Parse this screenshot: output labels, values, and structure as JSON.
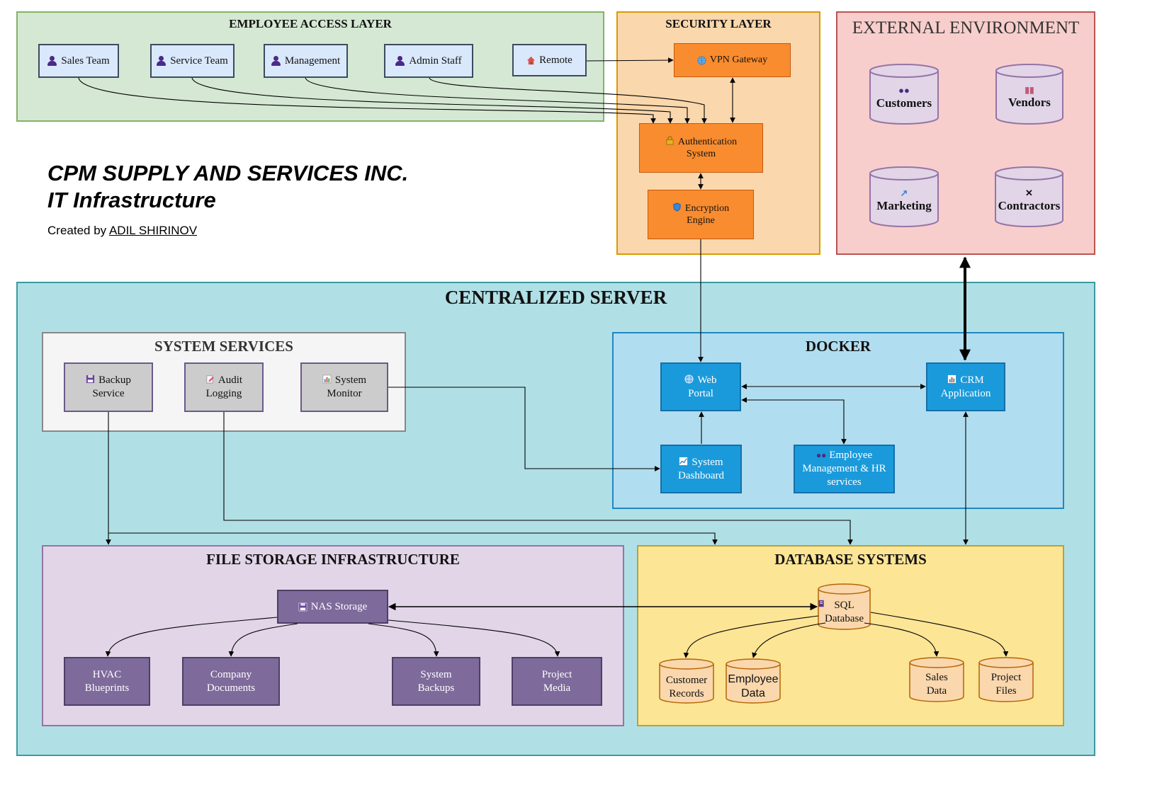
{
  "title": {
    "line1": "CPM SUPPLY AND SERVICES INC.",
    "line2": "IT Infrastructure",
    "created_by": "Created by",
    "author": "ADIL SHIRINOV"
  },
  "employee_layer": {
    "title": "EMPLOYEE ACCESS LAYER",
    "items": [
      "Sales Team",
      "Service Team",
      "Management",
      "Admin Staff",
      "Remote"
    ]
  },
  "security_layer": {
    "title": "SECURITY LAYER",
    "vpn": "VPN Gateway",
    "auth_line1": "Authentication",
    "auth_line2": "System",
    "enc_line1": "Encryption",
    "enc_line2": "Engine"
  },
  "external": {
    "title": "EXTERNAL ENVIRONMENT",
    "items": [
      "Customers",
      "Vendors",
      "Marketing",
      "Contractors"
    ]
  },
  "centralized": {
    "title": "CENTRALIZED SERVER",
    "system_services": {
      "title": "SYSTEM SERVICES",
      "backup_line1": "Backup",
      "backup_line2": "Service",
      "audit_line1": "Audit",
      "audit_line2": "Logging",
      "monitor_line1": "System",
      "monitor_line2": "Monitor"
    },
    "docker": {
      "title": "DOCKER",
      "web_line1": "Web",
      "web_line2": "Portal",
      "crm_line1": "CRM",
      "crm_line2": "Application",
      "dash_line1": "System",
      "dash_line2": "Dashboard",
      "emp_line1": "Employee",
      "emp_line2": "Management & HR",
      "emp_line3": "services"
    },
    "file_storage": {
      "title": "FILE STORAGE INFRASTRUCTURE",
      "nas": "NAS Storage",
      "items": [
        [
          "HVAC",
          "Blueprints"
        ],
        [
          "Company",
          "Documents"
        ],
        [
          "System",
          "Backups"
        ],
        [
          "Project",
          "Media"
        ]
      ]
    },
    "database": {
      "title": "DATABASE SYSTEMS",
      "sql_line1": "SQL",
      "sql_line2": "Database",
      "items": [
        [
          "Customer",
          "Records"
        ],
        [
          "Employee",
          "Data"
        ],
        [
          "Sales",
          "Data"
        ],
        [
          "Project",
          "Files"
        ]
      ]
    }
  },
  "colors": {
    "employee_bg": "#d5e8d4",
    "security_bg": "#fad7ac",
    "external_bg": "#f8cecc",
    "centralized_bg": "#b0e0e6",
    "docker_bg": "#b1ddf0",
    "file_storage_bg": "#e1d5e7",
    "database_bg": "#fde596",
    "node_orange": "#f98c2f",
    "node_blue": "#1b9adb",
    "node_purple": "#7e6a9b"
  }
}
